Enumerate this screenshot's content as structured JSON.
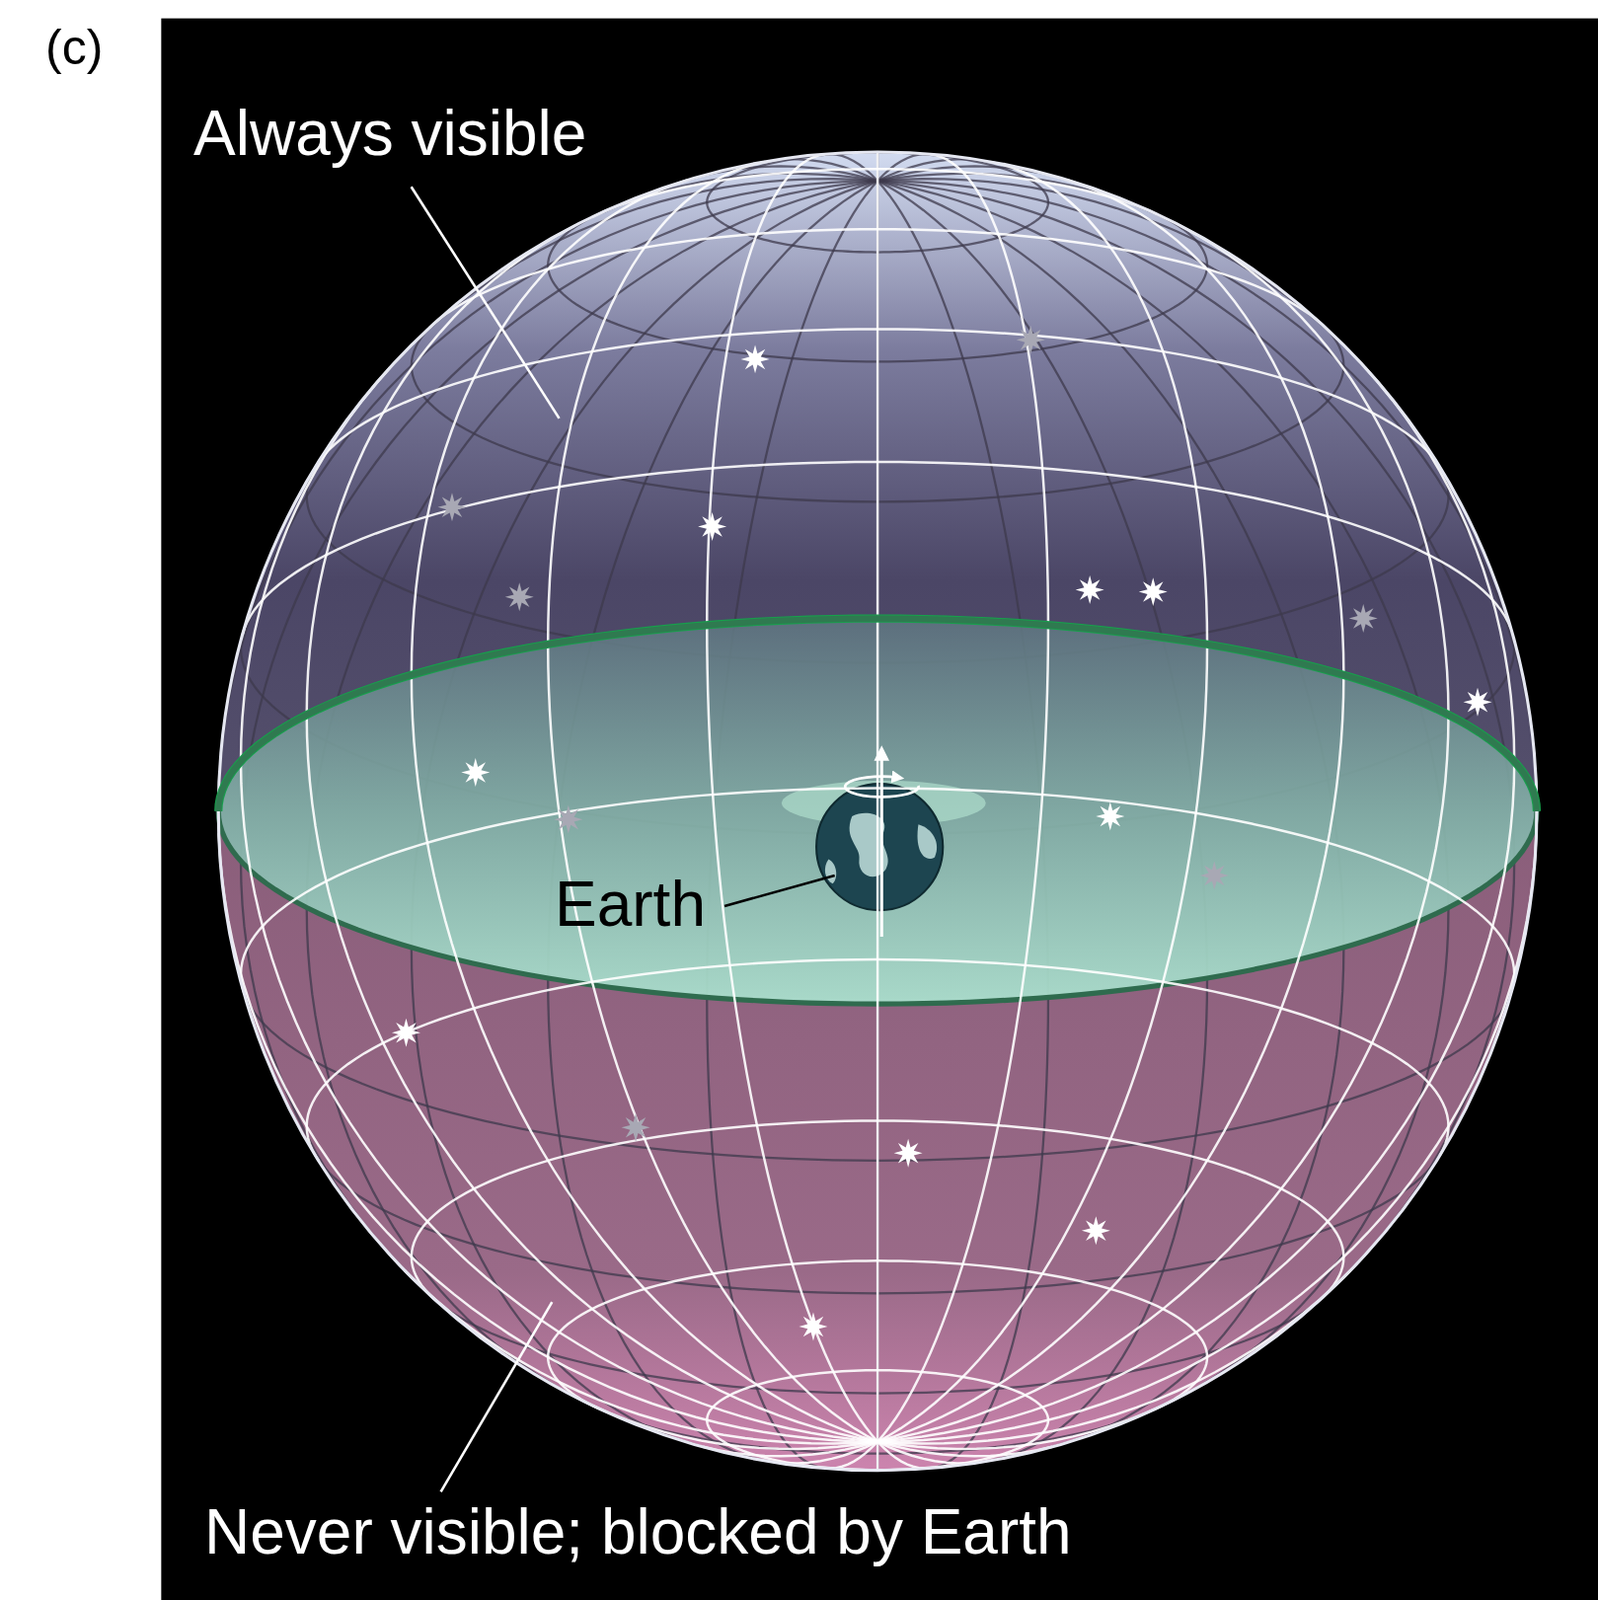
{
  "diagram": {
    "labels": [
      "(c)",
      "Always visible",
      "Earth",
      "Never visible; blocked by Earth"
    ]
  }
}
